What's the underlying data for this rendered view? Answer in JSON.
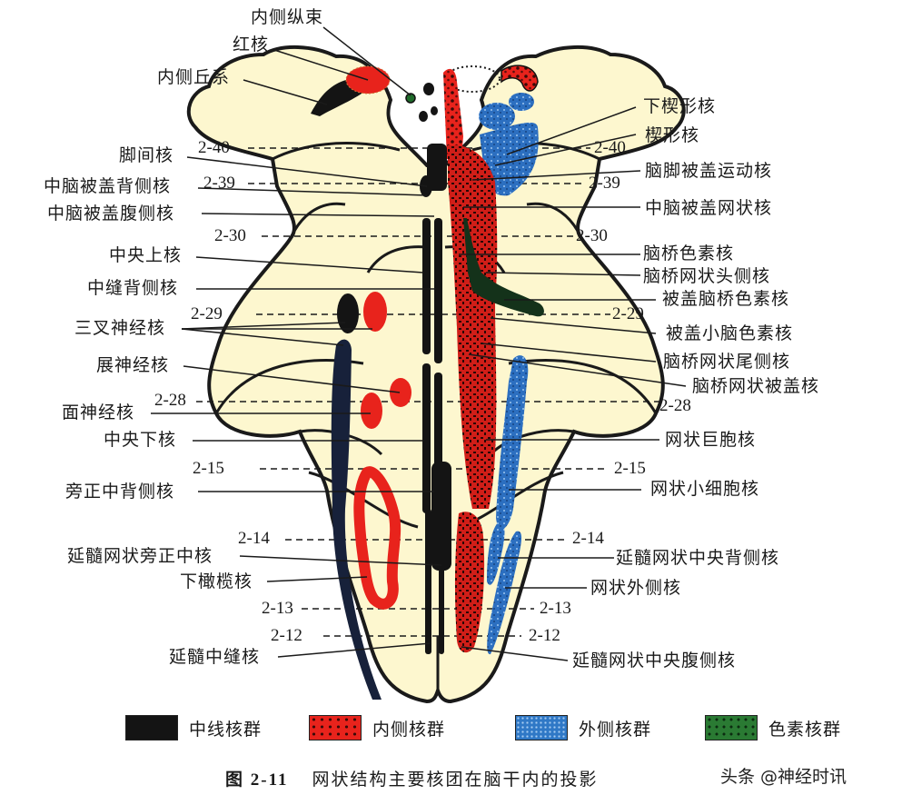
{
  "figure": {
    "number": "图 2-11",
    "title": "网状结构主要核团在脑干内的投影",
    "watermark": "头条 @神经时讯"
  },
  "colors": {
    "background": "#ffffff",
    "brainstem_fill": "#fdf7cf",
    "outline": "#1a1a1a",
    "midline_group": "#141414",
    "medial_group": "#e8231c",
    "lateral_group": "#2f78c6",
    "pigment_group": "#1f6b2b"
  },
  "labels_left": [
    {
      "id": "mlf",
      "text": "内侧纵束"
    },
    {
      "id": "red_nucleus",
      "text": "红核"
    },
    {
      "id": "medial_lemniscus",
      "text": "内侧丘系"
    },
    {
      "id": "interpeduncular",
      "text": "脚间核"
    },
    {
      "id": "dorsal_tegmental",
      "text": "中脑被盖背侧核"
    },
    {
      "id": "ventral_tegmental",
      "text": "中脑被盖腹侧核"
    },
    {
      "id": "superior_central",
      "text": "中央上核"
    },
    {
      "id": "dorsal_raphe",
      "text": "中缝背侧核"
    },
    {
      "id": "trigeminal",
      "text": "三叉神经核"
    },
    {
      "id": "abducens",
      "text": "展神经核"
    },
    {
      "id": "facial",
      "text": "面神经核"
    },
    {
      "id": "inferior_central",
      "text": "中央下核"
    },
    {
      "id": "paramedian_dorsal",
      "text": "旁正中背侧核"
    },
    {
      "id": "medullary_paramedian",
      "text": "延髓网状旁正中核"
    },
    {
      "id": "inferior_olive",
      "text": "下橄榄核"
    },
    {
      "id": "medullary_raphe",
      "text": "延髓中缝核"
    }
  ],
  "labels_right": [
    {
      "id": "accessory_cuneate",
      "text": "下楔形核"
    },
    {
      "id": "cuneiform",
      "text": "楔形核"
    },
    {
      "id": "pedunculopontine",
      "text": "脑脚被盖运动核"
    },
    {
      "id": "midbrain_reticular",
      "text": "中脑被盖网状核"
    },
    {
      "id": "pontine_pigment",
      "text": "脑桥色素核"
    },
    {
      "id": "pontine_oral",
      "text": "脑桥网状头侧核"
    },
    {
      "id": "tegmental_pontine_pigment",
      "text": "被盖脑桥色素核"
    },
    {
      "id": "tegmental_cerebellar_pigment",
      "text": "被盖小脑色素核"
    },
    {
      "id": "pontine_caudal",
      "text": "脑桥网状尾侧核"
    },
    {
      "id": "pontine_tegmental",
      "text": "脑桥网状被盖核"
    },
    {
      "id": "gigantocellular",
      "text": "网状巨胞核"
    },
    {
      "id": "parvocellular",
      "text": "网状小细胞核"
    },
    {
      "id": "medullary_central_dorsal",
      "text": "延髓网状中央背侧核"
    },
    {
      "id": "lateral_reticular",
      "text": "网状外侧核"
    },
    {
      "id": "medullary_central_ventral",
      "text": "延髓网状中央腹侧核"
    }
  ],
  "section_levels": {
    "left": [
      "2-40",
      "2-39",
      "2-30",
      "2-29",
      "2-28",
      "2-15",
      "2-14",
      "2-13",
      "2-12"
    ],
    "right": [
      "2-40",
      "2-39",
      "2-30",
      "2-29",
      "2-28",
      "2-15",
      "2-14",
      "2-13",
      "2-12"
    ]
  },
  "legend": [
    {
      "id": "midline",
      "text": "中线核群",
      "pattern": "solid-black"
    },
    {
      "id": "medial",
      "text": "内侧核群",
      "pattern": "red-dotted"
    },
    {
      "id": "lateral",
      "text": "外侧核群",
      "pattern": "blue-speckled"
    },
    {
      "id": "pigment",
      "text": "色素核群",
      "pattern": "green-dotted"
    }
  ]
}
